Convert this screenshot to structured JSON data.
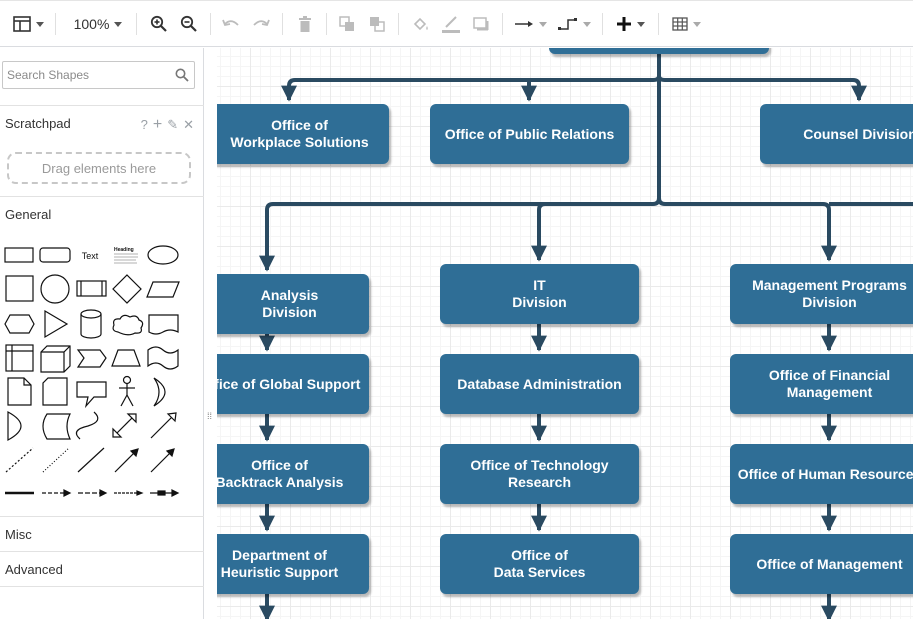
{
  "toolbar": {
    "zoom_label": "100%",
    "icons": [
      "view-panels-icon",
      "zoom-in-icon",
      "zoom-out-icon",
      "undo-icon",
      "redo-icon",
      "delete-icon",
      "to-front-icon",
      "to-back-icon",
      "fill-color-icon",
      "line-color-icon",
      "shadow-icon",
      "connection-icon",
      "waypoints-icon",
      "insert-icon",
      "table-icon"
    ]
  },
  "sidebar": {
    "search_placeholder": "Search Shapes",
    "scratchpad_title": "Scratchpad",
    "scratchpad_tools": [
      "?",
      "+",
      "✎",
      "✕"
    ],
    "drop_hint": "Drag elements here",
    "general_title": "General",
    "shape_text_label": "Text",
    "shape_heading_label": "Heading",
    "misc_title": "Misc",
    "advanced_title": "Advanced"
  },
  "diagram": {
    "node_color": "#2f6e96",
    "edge_color": "#2a4a61",
    "nodes": [
      {
        "id": "top",
        "label": ""
      },
      {
        "id": "workplace",
        "label": "Office of\nWorkplace Solutions"
      },
      {
        "id": "public",
        "label": "Office of Public Relations"
      },
      {
        "id": "counsel",
        "label": "Counsel Division"
      },
      {
        "id": "analysis",
        "label": "Analysis\nDivision"
      },
      {
        "id": "it",
        "label": "IT\nDivision"
      },
      {
        "id": "mgmtprog",
        "label": "Management Programs\nDivision"
      },
      {
        "id": "global",
        "label": "Office of Global Support"
      },
      {
        "id": "dba",
        "label": "Database Administration"
      },
      {
        "id": "financial",
        "label": "Office of Financial\nManagement"
      },
      {
        "id": "backtrack",
        "label": "Office of\nBacktrack Analysis"
      },
      {
        "id": "techres",
        "label": "Office of Technology\nResearch"
      },
      {
        "id": "hr",
        "label": "Office of Human Resources"
      },
      {
        "id": "heuristic",
        "label": "Department of\nHeuristic Support"
      },
      {
        "id": "dataserv",
        "label": "Office of\nData Services"
      },
      {
        "id": "management",
        "label": "Office of Management"
      }
    ]
  }
}
